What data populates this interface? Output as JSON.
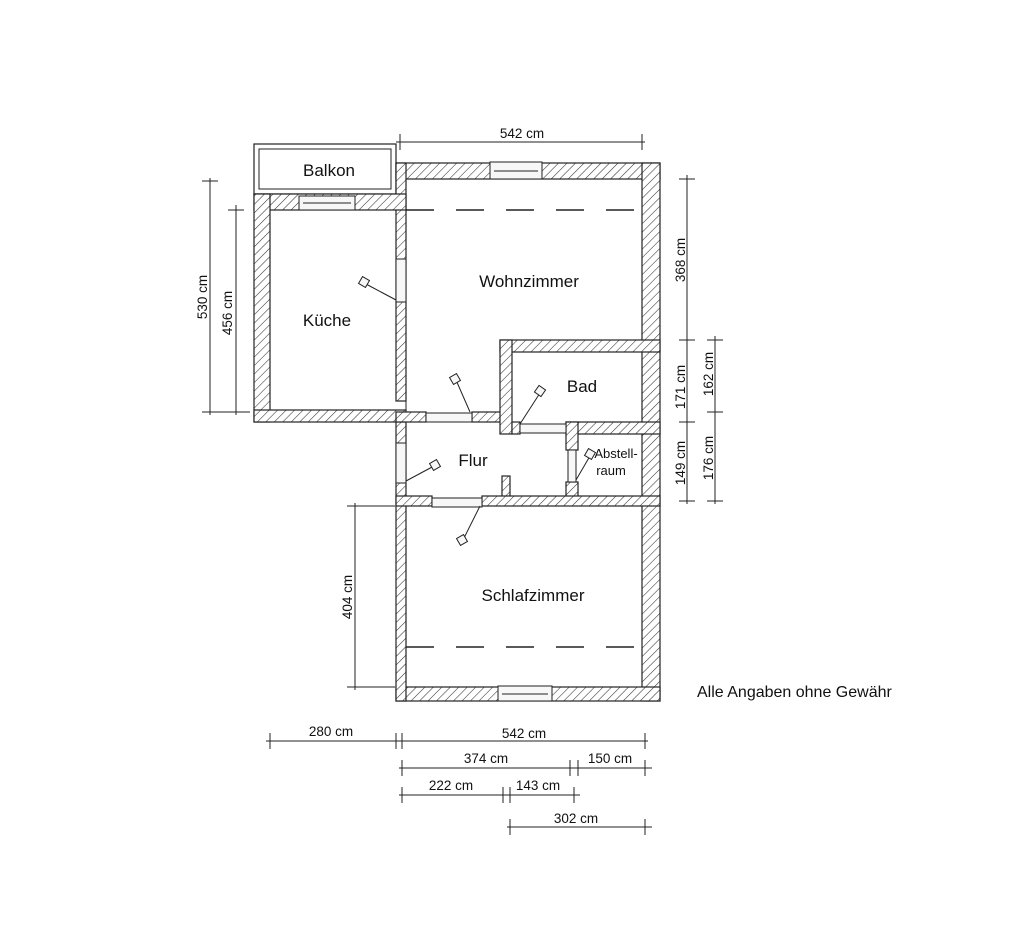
{
  "rooms": {
    "balkon": "Balkon",
    "kueche": "Küche",
    "wohnzimmer": "Wohnzimmer",
    "bad": "Bad",
    "flur": "Flur",
    "abstell_1": "Abstell-",
    "abstell_2": "raum",
    "schlafzimmer": "Schlafzimmer"
  },
  "dimensions": {
    "top_width": "542 cm",
    "left_530": "530 cm",
    "left_456": "456 cm",
    "left_404": "404 cm",
    "right_368": "368 cm",
    "right_171": "171 cm",
    "right_162": "162 cm",
    "right_149": "149 cm",
    "right_176": "176 cm",
    "bottom_280": "280 cm",
    "bottom_542": "542 cm",
    "bottom_374": "374 cm",
    "bottom_150": "150 cm",
    "bottom_222": "222 cm",
    "bottom_143": "143 cm",
    "bottom_302": "302 cm"
  },
  "note": "Alle Angaben ohne Gewähr"
}
